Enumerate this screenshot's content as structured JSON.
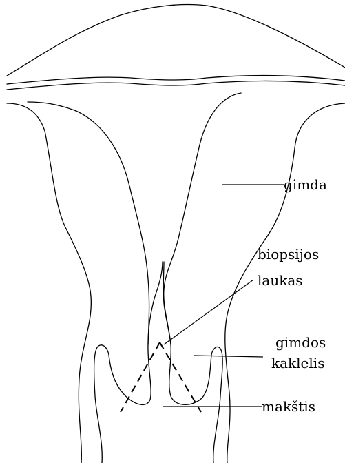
{
  "labels": {
    "uterus": "gimda",
    "biopsy_line1": "biopsijos",
    "biopsy_line2": "laukas",
    "cervix_line1": "gimdos",
    "cervix_line2": "kaklelis",
    "vagina": "makštis"
  },
  "colors": {
    "stroke": "#000000",
    "background": "#ffffff"
  }
}
